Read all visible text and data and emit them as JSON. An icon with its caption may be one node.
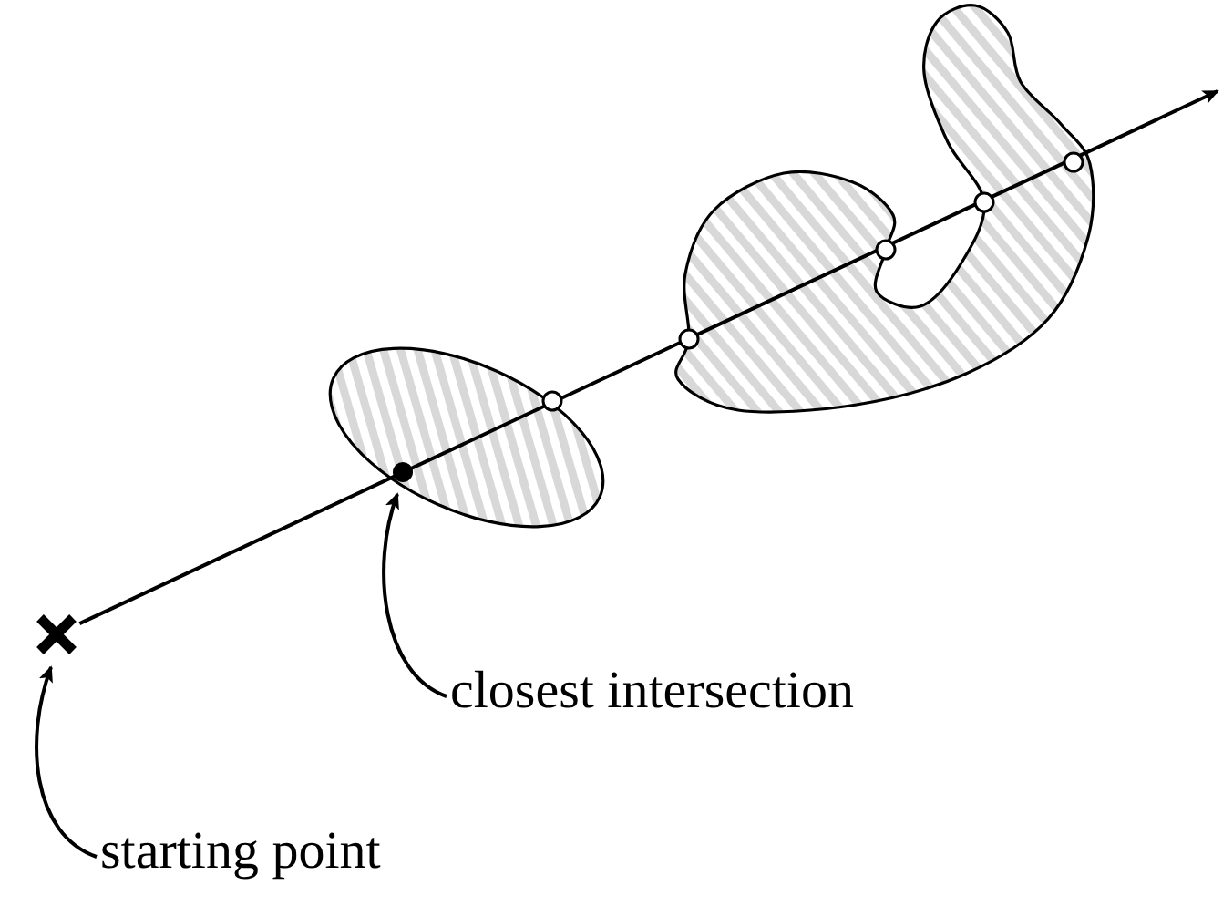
{
  "diagram": {
    "nodes": [
      {
        "text": [],
        "shape": "cross"
      },
      {
        "text": [],
        "shape": "circle"
      },
      {
        "text": [
          "starting point"
        ]
      },
      {
        "text": [
          "closest intersection"
        ]
      }
    ],
    "edges": [
      {
        "from": 2,
        "to": 0,
        "arrow": "to"
      },
      {
        "from": 3,
        "to": 1,
        "arrow": "to"
      },
      {
        "from": 0,
        "to": null,
        "arrow": "to"
      }
    ]
  }
}
